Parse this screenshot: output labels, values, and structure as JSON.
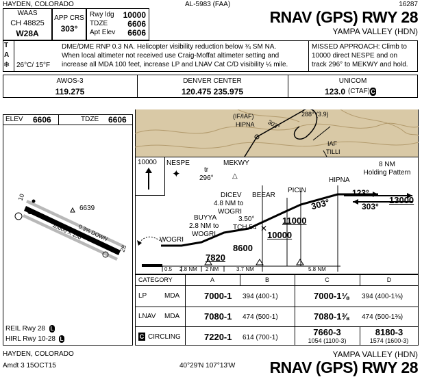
{
  "header": {
    "location": "HAYDEN, COLORADO",
    "chart_id": "AL-5983 (FAA)",
    "procedure_number": "16287",
    "title": "RNAV (GPS) RWY 28",
    "airport": "YAMPA VALLEY (HDN)"
  },
  "briefing": {
    "waas_label": "WAAS",
    "waas_channel": "CH 48825",
    "waas_id": "W28A",
    "app_crs_label": "APP CRS",
    "app_crs": "303°",
    "rwy_ldg_label": "Rwy ldg",
    "rwy_ldg": "10000",
    "tdze_label": "TDZE",
    "tdze": "6606",
    "apt_elev_label": "Apt Elev",
    "apt_elev": "6606",
    "notes_line1": "DME/DME RNP 0.3 NA.  Helicopter visibility reduction below ¾ SM NA.",
    "notes_line2": "When local altimeter not received use Craig-Moffat altimeter setting and",
    "notes_line3": "increase all MDA 100 feet, increase LP and LNAV Cat C/D visibility ¼ mile.",
    "temp_limits": "26°C/ 15°F",
    "missed_line1": "MISSED APPROACH: Climb to",
    "missed_line2": "10000 direct NESPE and on",
    "missed_line3": "track 296° to MEKWY and hold."
  },
  "comms": {
    "awos_label": "AWOS-3",
    "awos_freq": "119.275",
    "center_label": "DENVER CENTER",
    "center_freq": "120.475  235.975",
    "unicom_label": "UNICOM",
    "unicom_freq": "123.0",
    "ctaf": "(CTAF)",
    "ctaf_symbol": "C"
  },
  "airport_diagram": {
    "elev_label": "ELEV",
    "elev": "6606",
    "tdze_label": "TDZE",
    "tdze": "6606",
    "obstacle": "6639",
    "runway_dims": "10000 X 150",
    "gradient": "0.3% DOWN",
    "rwy_end_left": "10",
    "rwy_end_right": "28",
    "reil": "REIL Rwy 28",
    "hirl": "HIRL Rwy 10-28",
    "light_symbol": "L"
  },
  "planview": {
    "if_iaf": "(IF/IAF)",
    "hipna": "HIPNA",
    "crs_303": "303°",
    "dist_3_9": "288° (3.9)",
    "iaf": "IAF",
    "tilli": "TILLI"
  },
  "profile": {
    "holding_alt": "10000",
    "nespe": "NESPE",
    "mekwy": "MEKWY",
    "tr": "tr",
    "tr_crs": "296°",
    "dicev": "DICEV",
    "dicev_dist": "4.8 NM to",
    "dicev_wp": "WOGRI",
    "beear": "BEEAR",
    "picin": "PICIN",
    "hipna": "HIPNA",
    "hold_note": "8 NM",
    "hold_note2": "Holding Pattern",
    "buyya": "BUYYA",
    "buyya_dist": "2.8 NM to",
    "buyya_wp": "WOGRI",
    "gpa": "3.50°",
    "tch": "TCH 54",
    "crs_final": "303°",
    "crs_in": "123°",
    "crs_out": "303°",
    "alt_13000": "13000",
    "alt_11000": "11000",
    "alt_10000": "10000",
    "alt_8600": "8600",
    "alt_7820": "7820",
    "wogri": "WOGRI",
    "seg_0_5": "0.5",
    "seg_2_8a": "2.8 NM",
    "seg_2_0": "2 NM",
    "seg_3_7": "3.7 NM",
    "seg_5_8": "5.8 NM"
  },
  "minimums": {
    "category_label": "CATEGORY",
    "cat_a": "A",
    "cat_b": "B",
    "cat_c": "C",
    "cat_d": "D",
    "rows": [
      {
        "label": "LP",
        "type": "MDA",
        "ab_main": "7000-1",
        "ab_sub": "394 (400-1)",
        "cd_main": "7000-1⅛",
        "cd_sub": "394 (400-1⅛)"
      },
      {
        "label": "LNAV",
        "type": "MDA",
        "ab_main": "7080-1",
        "ab_sub": "474 (500-1)",
        "cd_main": "7080-1⅜",
        "cd_sub": "474 (500-1⅜)"
      },
      {
        "label": "CIRCLING",
        "type": "",
        "ab_main": "7220-1",
        "ab_sub": "614 (700-1)",
        "c_main": "7660-3",
        "c_sub": "1054 (1100-3)",
        "d_main": "8180-3",
        "d_sub": "1574 (1600-3)"
      }
    ],
    "circling_symbol": "C"
  },
  "footer": {
    "location": "HAYDEN, COLORADO",
    "amendment": "Amdt 3  15OCT15",
    "coords": "40°29'N 107°13'W",
    "airport": "YAMPA VALLEY (HDN)",
    "title": "RNAV (GPS) RWY 28"
  }
}
